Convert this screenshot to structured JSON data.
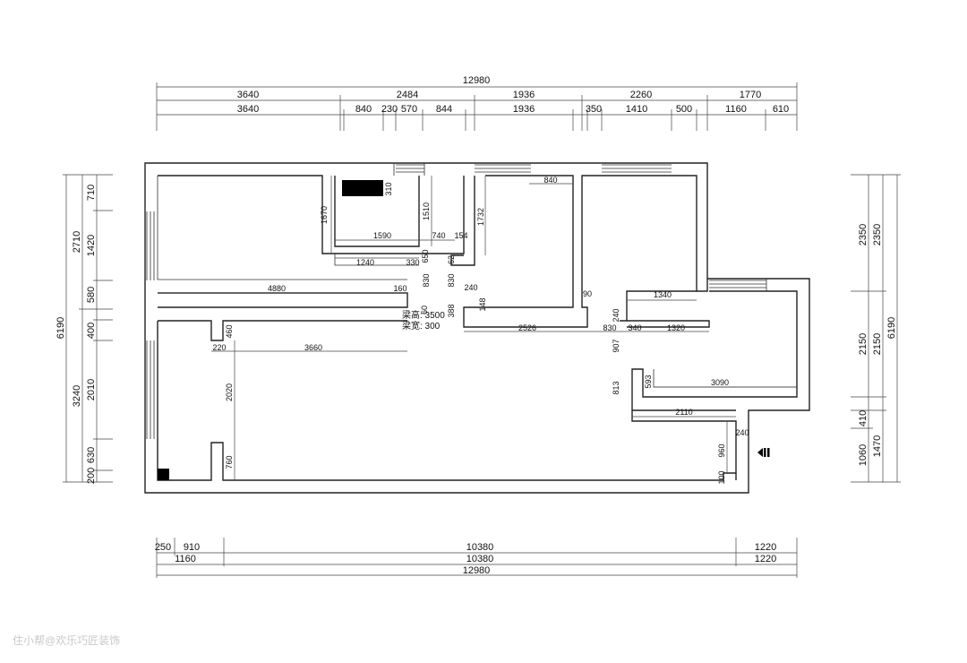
{
  "top_dimensions": {
    "total": "12980",
    "row1": [
      "3640",
      "2484",
      "1936",
      "2260",
      "1770"
    ],
    "row2": [
      "3640",
      "840",
      "230",
      "570",
      "844",
      "1936",
      "350",
      "1410",
      "500",
      "1160",
      "610"
    ]
  },
  "bottom_dimensions": {
    "row1": [
      "250",
      "910",
      "10380",
      "1220"
    ],
    "row2": [
      "1160",
      "10380",
      "1220"
    ],
    "total": "12980"
  },
  "left_dimensions": {
    "total": "6190",
    "group": [
      "2710",
      "3240"
    ],
    "detail": [
      "710",
      "1420",
      "580",
      "400",
      "2010",
      "630",
      "200"
    ]
  },
  "right_dimensions": {
    "total": "6190",
    "group": [
      "2350",
      "2150",
      "1470"
    ],
    "detail": [
      "2350",
      "2150",
      "410",
      "1060"
    ]
  },
  "interior_labels": [
    "310",
    "1670",
    "1510",
    "1732",
    "840",
    "1590",
    "740",
    "154",
    "1240",
    "330",
    "650",
    "62",
    "4880",
    "160",
    "830",
    "830",
    "240",
    "148",
    "388",
    "90",
    "1340",
    "240",
    "830",
    "340",
    "1320",
    "2526",
    "460",
    "220",
    "3660",
    "907",
    "593",
    "3090",
    "813",
    "2110",
    "240",
    "960",
    "100",
    "2020",
    "760",
    "60"
  ],
  "beam_note": {
    "height": "梁高: 3500",
    "width": "梁宽: 300"
  },
  "entrance_icon": "entrance-arrow-icon",
  "watermark": "住小帮@欢乐巧匠装饰"
}
